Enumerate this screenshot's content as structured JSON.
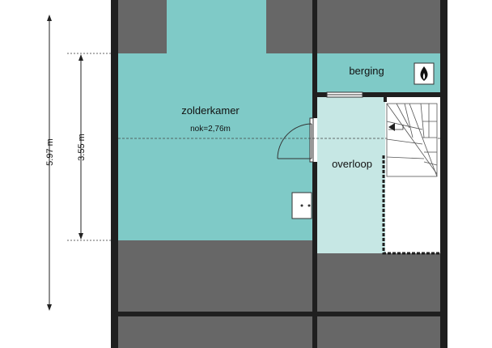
{
  "rooms": {
    "zolderkamer": {
      "name": "zolderkamer",
      "note": "nok=2,76m"
    },
    "berging": {
      "name": "berging"
    },
    "overloop": {
      "name": "overloop"
    }
  },
  "dimensions": {
    "total_depth": "5.97 m",
    "usable_depth": "3.55 m"
  },
  "colors": {
    "room_fill": "#7fcac7",
    "landing_fill": "#c6e7e4",
    "wall": "#1f1f1f",
    "sloped_area": "#676767",
    "background": "#ffffff"
  },
  "icons": {
    "cv_boiler": "flame-icon"
  }
}
